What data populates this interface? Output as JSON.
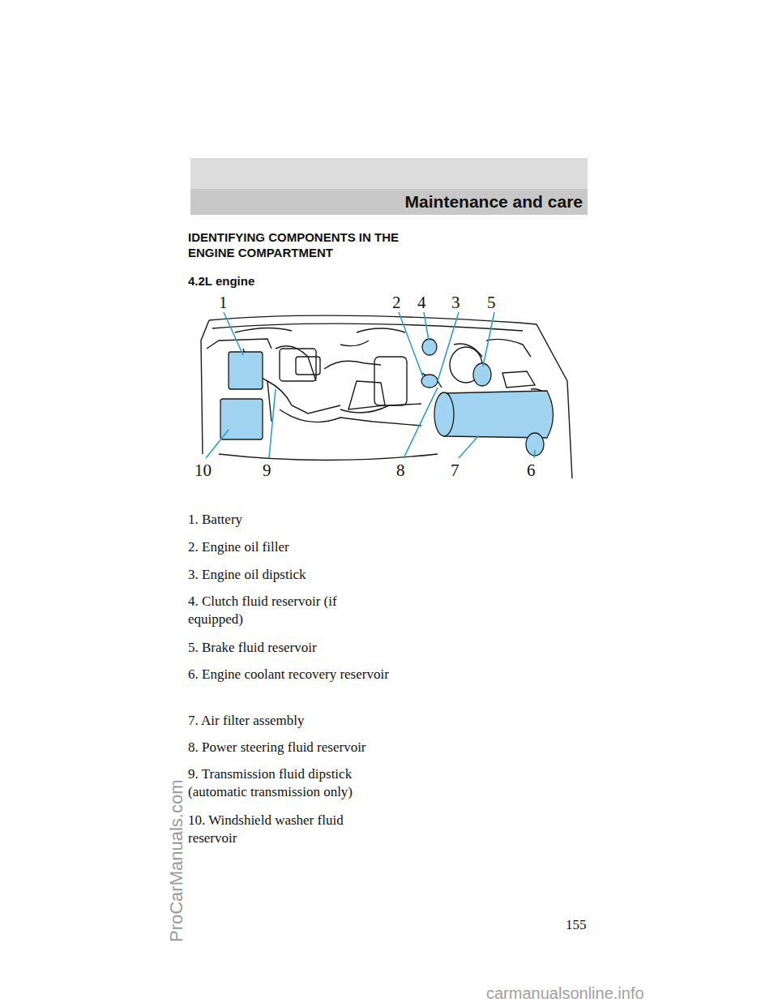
{
  "diagram": {
    "title": "IDENTIFYING COMPONENTS IN THE ENGINE COMPARTMENT",
    "nodes": [
      {
        "text": [
          "Maintenance and care"
        ]
      }
    ],
    "edges": [],
    "labels": [
      "4.2L engine",
      "1",
      "2",
      "4",
      "3",
      "5",
      "10",
      "9",
      "8",
      "7",
      "6",
      "1. Battery",
      "2. Engine oil filler",
      "3. Engine oil dipstick",
      "4. Clutch fluid reservoir (if equipped)",
      "5. Brake fluid reservoir",
      "6. Engine coolant recovery reservoir",
      "7. Air filter assembly",
      "8. Power steering fluid reservoir",
      "9. Transmission fluid dipstick (automatic transmission only)",
      "10. Windshield washer fluid reservoir",
      "155",
      "ProCarManuals.com",
      "carmanualsonline.info"
    ]
  }
}
